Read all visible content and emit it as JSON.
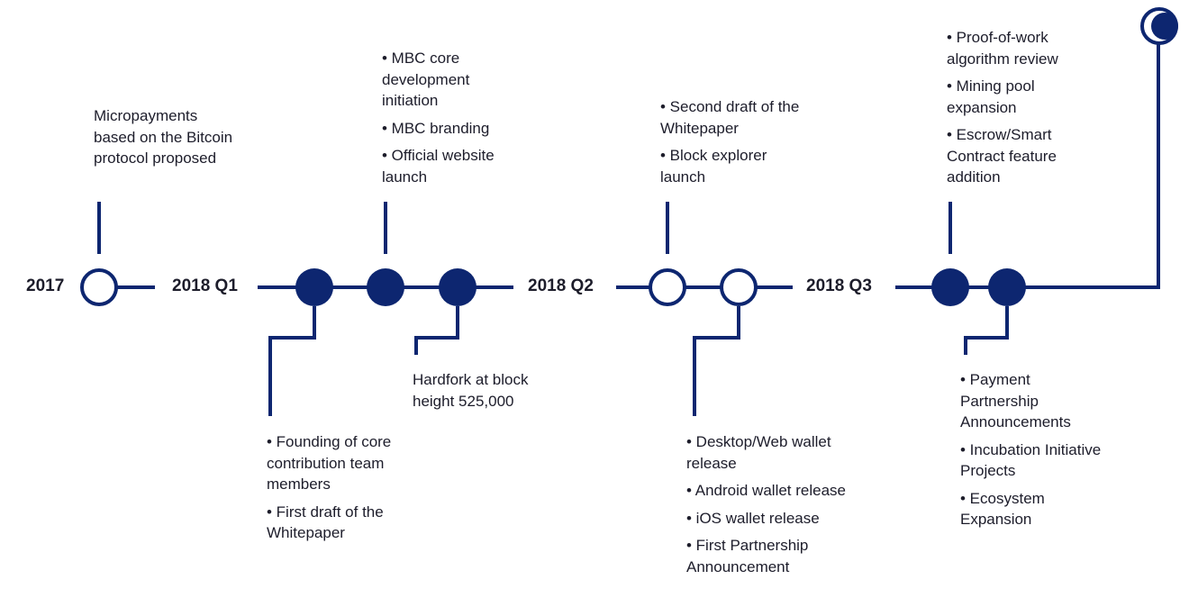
{
  "colors": {
    "navy": "#0d2670",
    "white": "#ffffff",
    "text": "#1d1d2b"
  },
  "periods": {
    "p2017": "2017",
    "q1": "2018 Q1",
    "q2": "2018 Q2",
    "q3": "2018 Q3"
  },
  "blocks": {
    "b2017": [
      "Micropayments based on the Bitcoin protocol proposed"
    ],
    "q1_top": [
      "• MBC core development initiation",
      "• MBC branding",
      "• Official website launch"
    ],
    "q1_bottom": [
      "• Founding of core contribution team members",
      "• First draft of the Whitepaper"
    ],
    "hardfork": [
      "Hardfork at block height 525,000"
    ],
    "q2_top": [
      "• Second draft of the Whitepaper",
      "• Block explorer launch"
    ],
    "q2_bottom": [
      "• Desktop/Web wallet release",
      "• Android wallet release",
      "• iOS wallet release",
      "• First Partnership Announcement"
    ],
    "q3_top": [
      "• Proof-of-work algorithm review",
      "• Mining pool expansion",
      "• Escrow/Smart Contract feature addition"
    ],
    "q3_bottom": [
      "• Payment Partnership Announcements",
      "• Incubation Initiative Projects",
      "• Ecosystem Expansion"
    ]
  }
}
